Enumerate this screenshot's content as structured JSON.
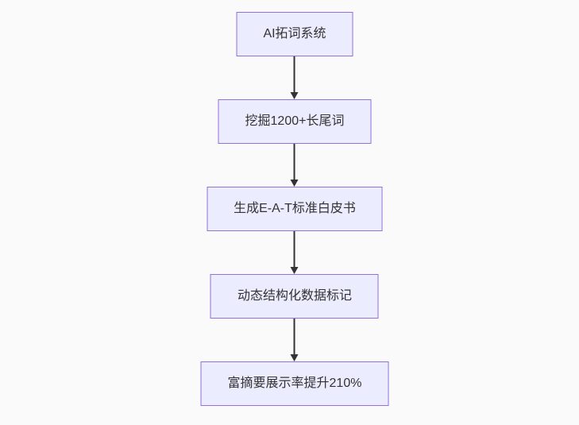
{
  "diagram": {
    "type": "flowchart",
    "direction": "top-down",
    "nodes": [
      {
        "id": "A",
        "label": "AI拓词系统"
      },
      {
        "id": "B",
        "label": "挖掘1200+长尾词"
      },
      {
        "id": "C",
        "label": "生成E-A-T标准白皮书"
      },
      {
        "id": "D",
        "label": "动态结构化数据标记"
      },
      {
        "id": "E",
        "label": "富摘要展示率提升210%"
      }
    ],
    "edges": [
      {
        "from": "A",
        "to": "B"
      },
      {
        "from": "B",
        "to": "C"
      },
      {
        "from": "C",
        "to": "D"
      },
      {
        "from": "D",
        "to": "E"
      }
    ],
    "colors": {
      "background": "#fafafa",
      "node_fill": "#ECECFF",
      "node_border": "#9370DB",
      "text": "#333333",
      "arrow": "#333333"
    }
  }
}
